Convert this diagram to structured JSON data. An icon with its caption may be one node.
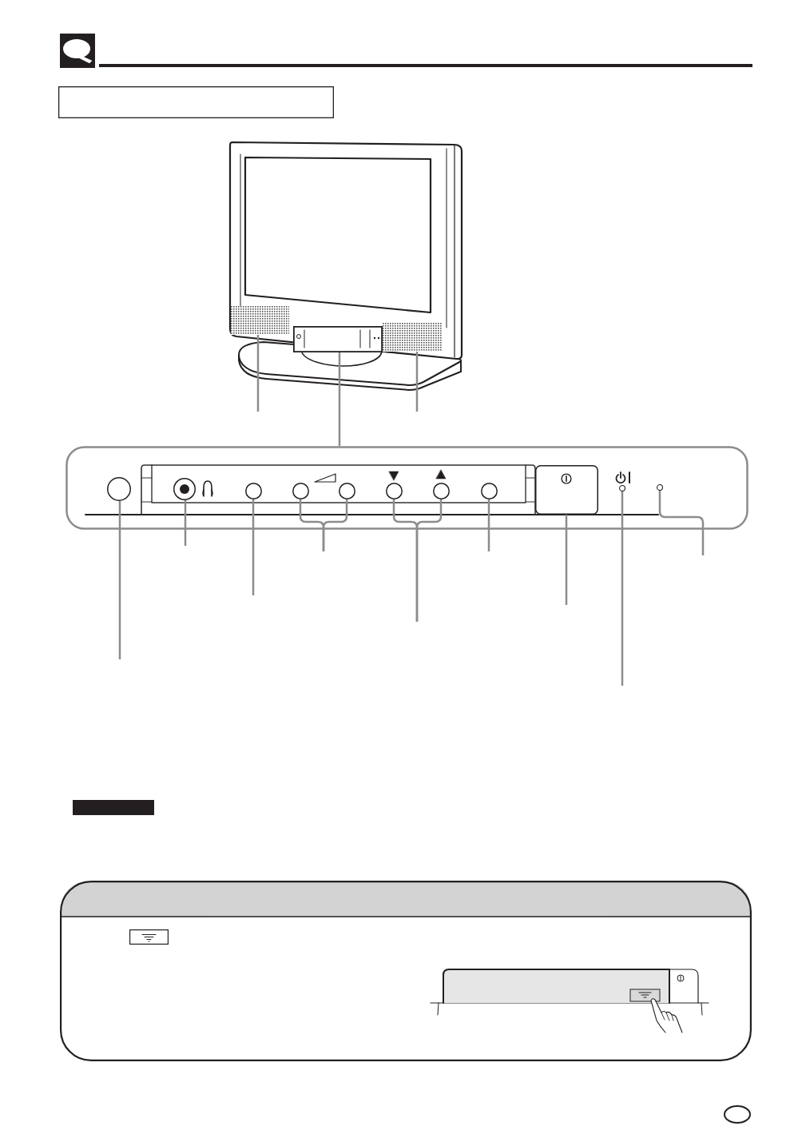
{
  "diagram": {
    "nodes": [
      {
        "text": [],
        "shape": "box"
      },
      {
        "text": [],
        "shape": "picture"
      },
      {
        "text": [],
        "shape": "box",
        "in": 1
      },
      {
        "text": [],
        "shape": "box",
        "in": 1
      },
      {
        "text": [],
        "shape": "box",
        "in": 1
      },
      {
        "text": [],
        "shape": "picture"
      },
      {
        "text": [],
        "shape": "circle",
        "in": 5
      },
      {
        "text": [],
        "shape": "circle",
        "in": 5
      },
      {
        "text": [],
        "shape": "circle",
        "in": 5
      },
      {
        "text": [],
        "shape": "circle",
        "in": 5
      },
      {
        "text": [],
        "shape": "circle",
        "in": 5
      },
      {
        "text": [],
        "shape": "circle",
        "in": 5
      },
      {
        "text": [],
        "shape": "circle",
        "in": 5
      },
      {
        "text": [],
        "shape": "circle",
        "in": 5
      },
      {
        "text": [],
        "shape": "box",
        "in": 5
      },
      {
        "text": [],
        "shape": "circle",
        "in": 5
      },
      {
        "text": [],
        "shape": "circle",
        "in": 5
      },
      {
        "text": [],
        "shape": "bar"
      },
      {
        "text": [],
        "shape": "box"
      },
      {
        "text": [],
        "shape": "picture",
        "in": 18
      },
      {
        "text": [],
        "shape": "oval"
      }
    ],
    "edges": [
      {
        "from": null,
        "to": 2,
        "arrow": "none"
      },
      {
        "from": 3,
        "to": 5,
        "arrow": "none"
      },
      {
        "from": null,
        "to": 4,
        "arrow": "none"
      },
      {
        "from": null,
        "to": 6,
        "arrow": "none"
      },
      {
        "from": null,
        "to": 7,
        "arrow": "none"
      },
      {
        "from": null,
        "to": 8,
        "arrow": "none"
      },
      {
        "from": null,
        "to": 9,
        "arrow": "none"
      },
      {
        "from": null,
        "to": 10,
        "arrow": "none"
      },
      {
        "from": null,
        "to": 11,
        "arrow": "none"
      },
      {
        "from": null,
        "to": 12,
        "arrow": "none"
      },
      {
        "from": null,
        "to": 13,
        "arrow": "none"
      },
      {
        "from": null,
        "to": 14,
        "arrow": "none"
      },
      {
        "from": null,
        "to": 15,
        "arrow": "none"
      },
      {
        "from": null,
        "to": 16,
        "arrow": "none"
      }
    ]
  }
}
